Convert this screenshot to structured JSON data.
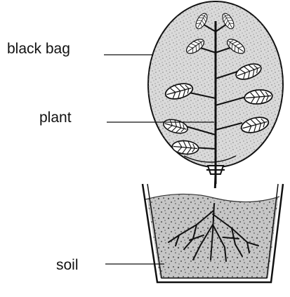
{
  "labels": {
    "bag": "black bag",
    "plant": "plant",
    "soil": "soil"
  },
  "colors": {
    "ink": "#111111",
    "bag_fill": "#d8d8d8",
    "soil_fill": "#c8c8c8",
    "leaf_fill": "#ffffff",
    "background": "#ffffff"
  }
}
